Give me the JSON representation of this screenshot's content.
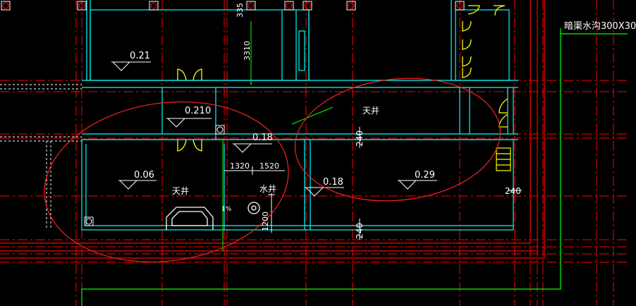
{
  "drawing": {
    "colors": {
      "background": "#000000",
      "walls": "#00ffff",
      "axis_red": "#ff0000",
      "outline_green": "#00ff00",
      "doors_yellow": "#ffff00",
      "annotation_ellipse": "#ff2020",
      "text": "#ffffff"
    },
    "labels": {
      "drain_channel": "暗渠水沟300X30",
      "elev_021": "0.21",
      "elev_0210": "0.210",
      "elev_018_top": "0.18",
      "elev_006": "0.06",
      "elev_018_mid": "0.18",
      "elev_029": "0.29",
      "courtyard_left": "天井",
      "courtyard_right": "天井",
      "water_well": "水井",
      "dim_3310": "3310",
      "dim_335": "335",
      "dim_1320": "1320",
      "dim_1520": "1520",
      "dim_1200": "1200",
      "dim_240_a": "240",
      "dim_240_b": "240",
      "dim_240_c": "240",
      "slope": "1%"
    },
    "icons": [
      "door-swing-icon",
      "column-marker-icon",
      "floor-drain-icon",
      "well-icon",
      "sink-icon",
      "stair-icon"
    ]
  }
}
